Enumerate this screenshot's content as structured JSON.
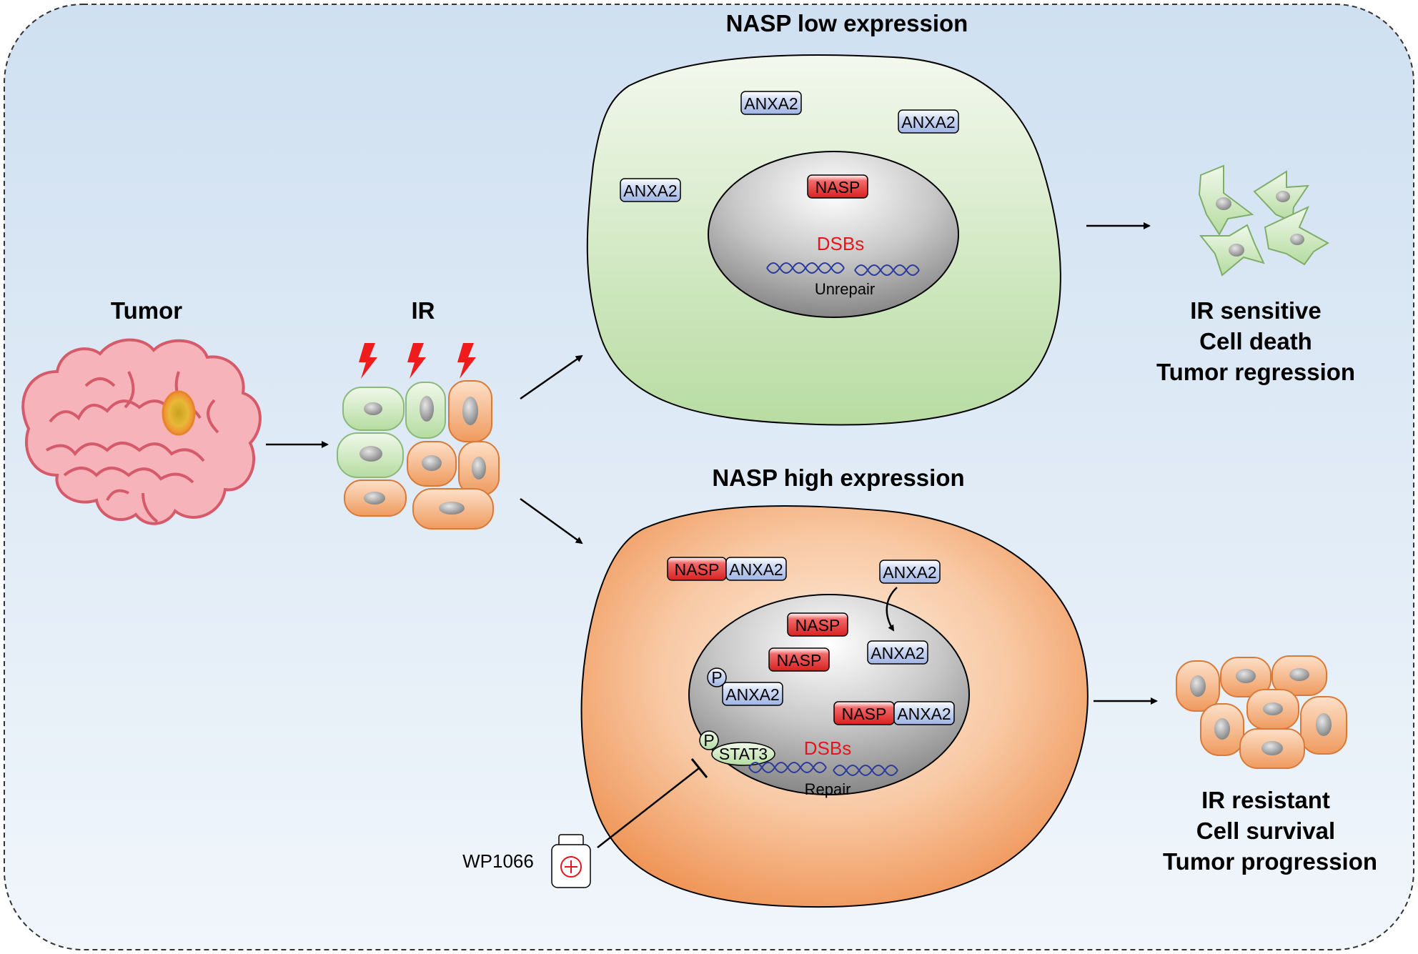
{
  "labels": {
    "tumor": "Tumor",
    "ir": "IR",
    "low_title": "NASP low expression",
    "high_title": "NASP high expression",
    "drug": "WP1066"
  },
  "low_cell": {
    "nasp": "NASP",
    "anxa2": "ANXA2",
    "dsbs": "DSBs",
    "unrepair": "Unrepair"
  },
  "high_cell": {
    "nasp": "NASP",
    "anxa2": "ANXA2",
    "p": "P",
    "stat3": "STAT3",
    "dsbs": "DSBs",
    "repair": "Repair"
  },
  "outcome_low": [
    "IR sensitive",
    "Cell death",
    "Tumor regression"
  ],
  "outcome_high": [
    "IR resistant",
    "Cell survival",
    "Tumor progression"
  ],
  "colors": {
    "background_top": "#cfe0f1",
    "background_bottom": "#eef4fb",
    "green_cell": "#c2e0b0",
    "orange_cell": "#f2a46e",
    "nucleus": "#9a9a9a",
    "nasp_red": "#e53636",
    "anxa2_blue": "#b8c9ec",
    "stat3_green": "#b8e0a0",
    "dna_blue": "#2a3a9a",
    "lightning_red": "#ee1c1c",
    "brain_pink": "#f4a8b0"
  }
}
